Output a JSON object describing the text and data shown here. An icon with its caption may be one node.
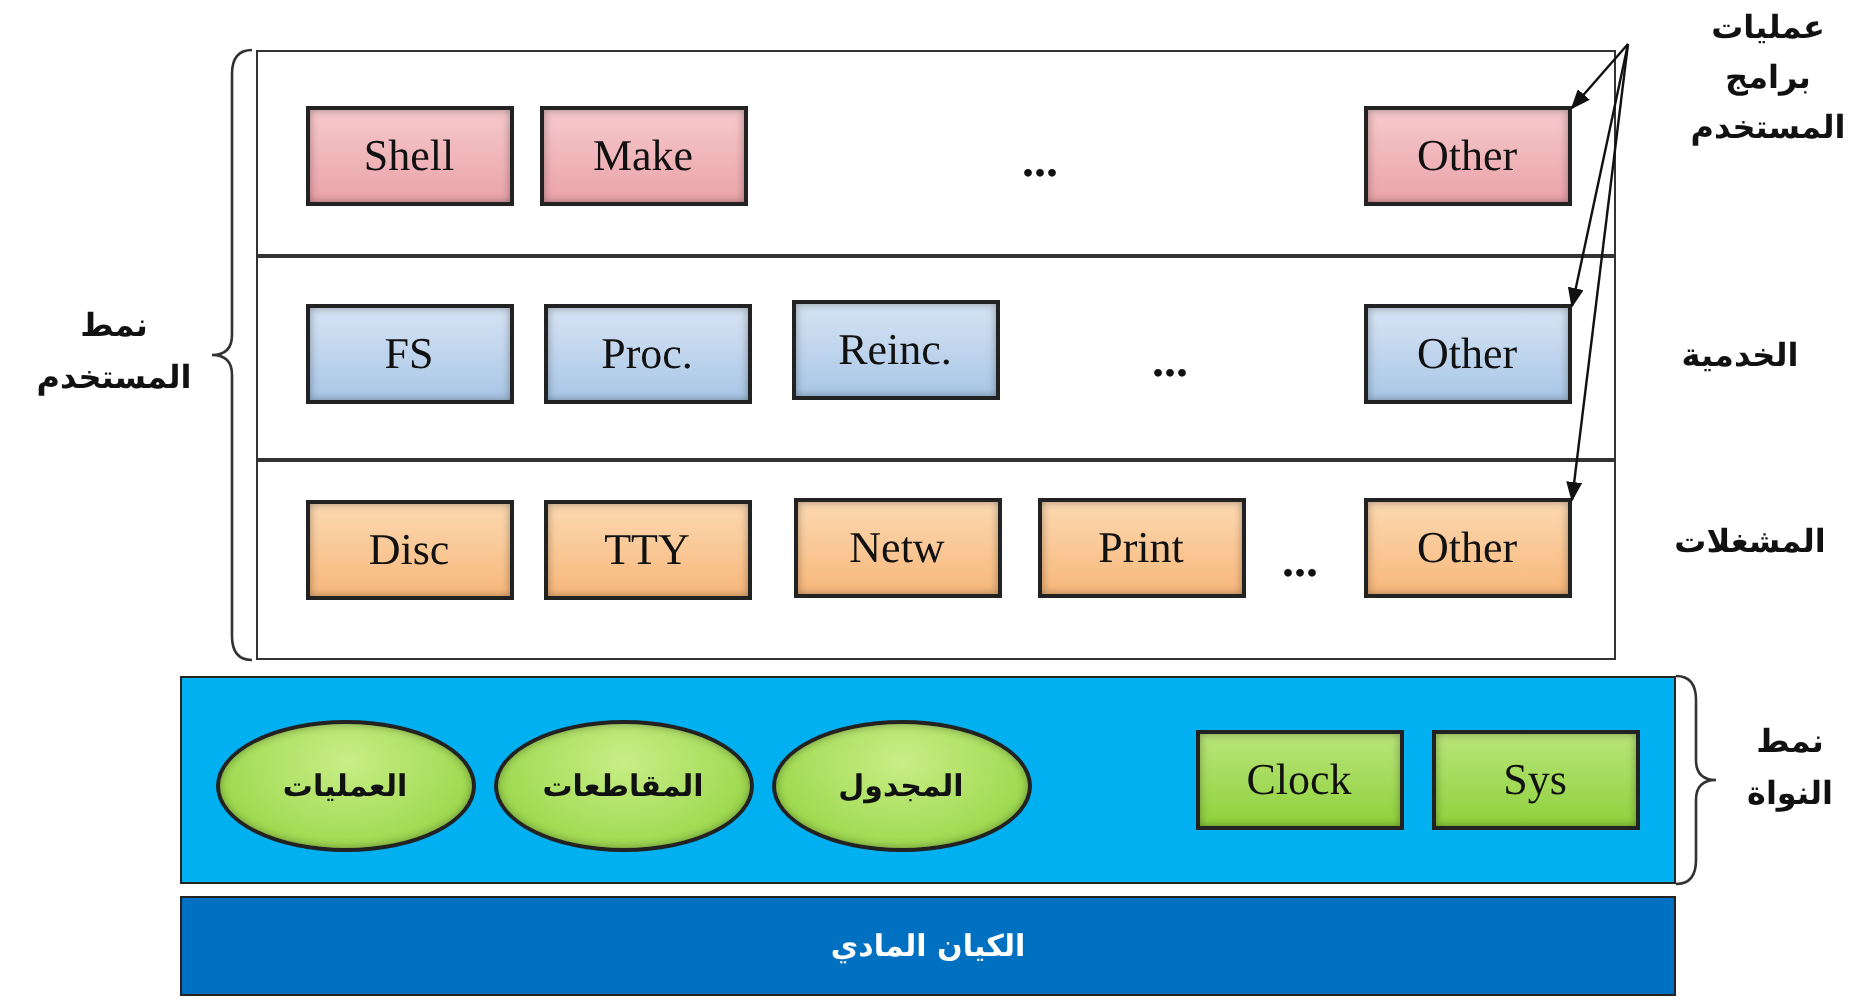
{
  "diagram": {
    "nodes": [
      {
        "text": [],
        "shape": "box"
      },
      {
        "text": [
          "Shell"
        ],
        "in": 0
      },
      {
        "text": [
          "Make"
        ],
        "in": 0
      },
      {
        "text": [
          "Other"
        ],
        "in": 0
      },
      {
        "text": [],
        "shape": "box"
      },
      {
        "text": [
          "FS"
        ],
        "in": 4
      },
      {
        "text": [
          "Proc."
        ],
        "in": 4
      },
      {
        "text": [
          "Reinc."
        ],
        "in": 4
      },
      {
        "text": [
          "Other"
        ],
        "in": 4
      },
      {
        "text": [],
        "shape": "box"
      },
      {
        "text": [
          "Disc"
        ],
        "in": 9
      },
      {
        "text": [
          "TTY"
        ],
        "in": 9
      },
      {
        "text": [
          "Netw"
        ],
        "in": 9
      },
      {
        "text": [
          "Print"
        ],
        "in": 9
      },
      {
        "text": [
          "Other"
        ],
        "in": 9
      },
      {
        "text": [],
        "shape": "box"
      },
      {
        "text": [
          "العمليات"
        ],
        "in": 15
      },
      {
        "text": [
          "المقاطعات"
        ],
        "in": 15
      },
      {
        "text": [
          "المجدول"
        ],
        "in": 15
      },
      {
        "text": [
          "Clock"
        ],
        "in": 15
      },
      {
        "text": [
          "Sys"
        ],
        "in": 15
      },
      {
        "text": [
          "الكيان المادي"
        ]
      },
      {
        "text": [
          "عمليات برامج المستخدم"
        ]
      }
    ],
    "edges": [
      {
        "from": 22,
        "to": 3,
        "arrow": "to"
      },
      {
        "from": 22,
        "to": 8,
        "arrow": "to"
      },
      {
        "from": 22,
        "to": 14,
        "arrow": "to"
      }
    ],
    "labels": [
      "...",
      "...",
      "...",
      "الخدمية",
      "المشغلات",
      "نمط المستخدم",
      "نمط النواة"
    ]
  }
}
